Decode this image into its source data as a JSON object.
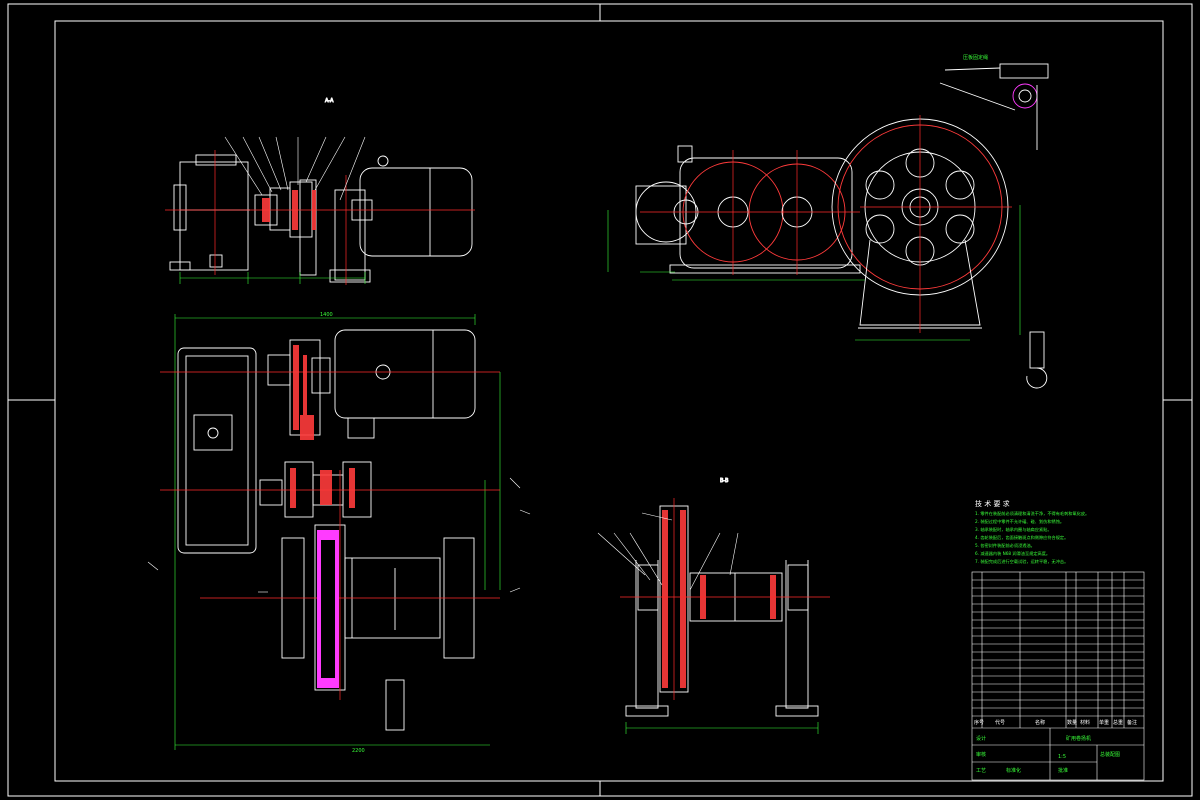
{
  "drawing": {
    "tech_title": "技 术 要 求",
    "tech_notes": [
      "1. 零件在装配前必须清理和清洗干净，不得有毛刺和氧化皮。",
      "2. 装配过程中零件不允许磕、碰、划伤和锈蚀。",
      "3. 轴承装配时，轴承内圈与轴肩应紧贴。",
      "4. 齿轮装配后，齿面接触斑点和侧隙应符合规定。",
      "5. 各密封件装配前必须浸透油。",
      "6. 减速器内装 N68 润滑油至规定高度。",
      "7. 装配完成后进行空载试验，运转平稳，无冲击。"
    ],
    "view_labels": {
      "a": "A-A",
      "b": "B-B",
      "rope_plate": "压板固定绳",
      "dim_left_bottom": "2200",
      "dim_mid_bottom": "1400"
    },
    "title_block": {
      "header_cols": [
        "序号",
        "代号",
        "名称",
        "数量",
        "材料",
        "单重",
        "总重",
        "备注"
      ],
      "name": "矿用卷扬机",
      "drawing_no": "总装配图",
      "footer": [
        "设计",
        "审核",
        "工艺",
        "标准化",
        "批准"
      ],
      "scale": "1:5"
    },
    "colors": {
      "background": "#000000",
      "outline": "#ffffff",
      "center_line": "#ff2a2a",
      "dimension": "#39ff39",
      "section_hatch": "#ff3b3b",
      "highlight": "#ff3bff"
    }
  }
}
